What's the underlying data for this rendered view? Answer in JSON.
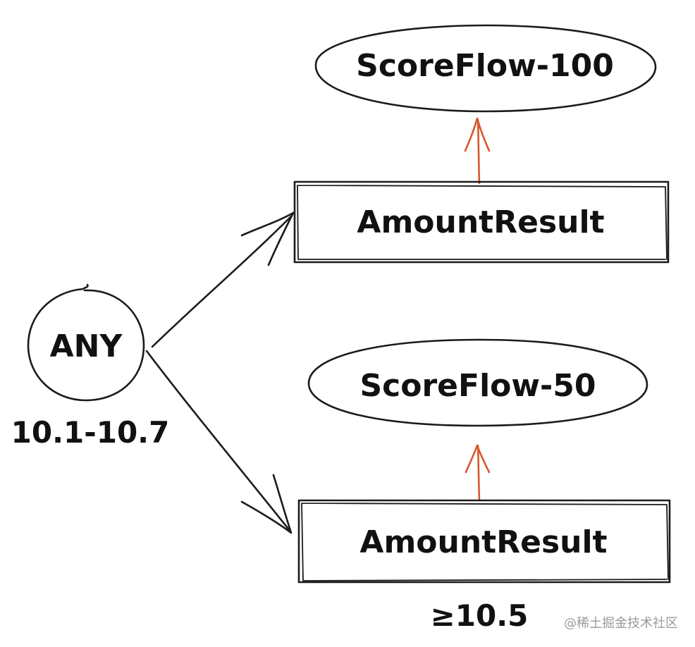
{
  "colors": {
    "ink": "#1b1b1b",
    "accent_arrow": "#d9582b"
  },
  "nodes": {
    "any": {
      "label": "ANY",
      "range": "10.1-10.7"
    },
    "score_100": {
      "label": "ScoreFlow-100"
    },
    "amount_top": {
      "label": "AmountResult"
    },
    "score_50": {
      "label": "ScoreFlow-50"
    },
    "amount_bottom": {
      "label": "AmountResult",
      "condition": "≥10.5"
    }
  },
  "watermark": "@稀土掘金技术社区"
}
